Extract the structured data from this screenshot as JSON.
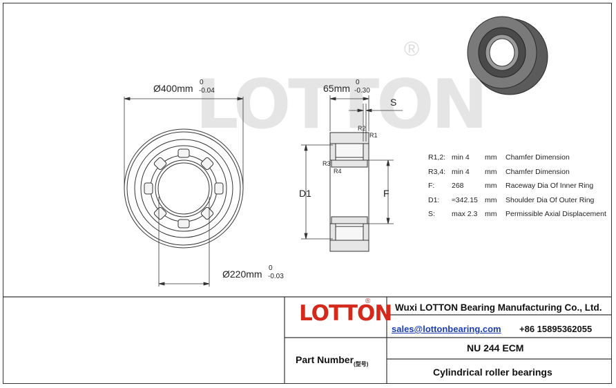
{
  "watermark": {
    "text": "LOTTON",
    "registered": "®"
  },
  "drawing": {
    "outer_diameter": {
      "label": "Ø400mm",
      "upper": "0",
      "lower": "-0.04"
    },
    "inner_diameter": {
      "label": "Ø220mm",
      "upper": "0",
      "lower": "-0.03"
    },
    "width": {
      "label": "65mm",
      "upper": "0",
      "lower": "-0.30"
    },
    "axial": "S",
    "d1": "D1",
    "f": "F",
    "r1": "R1",
    "r2": "R2",
    "r3": "R3",
    "r4": "R4"
  },
  "specs": [
    {
      "symbol": "R1,2:",
      "value": "min 4",
      "unit": "mm",
      "desc": "Chamfer Dimension"
    },
    {
      "symbol": "R3,4:",
      "value": "min 4",
      "unit": "mm",
      "desc": "Chamfer Dimension"
    },
    {
      "symbol": "F:",
      "value": "268",
      "unit": "mm",
      "desc": "Raceway Dia Of Inner Ring"
    },
    {
      "symbol": "D1:",
      "value": "≈342.15",
      "unit": "mm",
      "desc": "Shoulder Dia Of Outer Ring"
    },
    {
      "symbol": "S:",
      "value": "max 2.3",
      "unit": "mm",
      "desc": "Permissible Axial Displacement"
    }
  ],
  "footer": {
    "logo": "LOTTON",
    "logo_reg": "®",
    "company": "Wuxi LOTTON Bearing Manufacturing Co., Ltd.",
    "email": "sales@lottonbearing.com",
    "phone": "+86 15895362055",
    "part_label": "Part Number",
    "part_label_sub": "(型号)",
    "part_number": "NU  244 ECM",
    "part_type": "Cylindrical roller bearings"
  }
}
